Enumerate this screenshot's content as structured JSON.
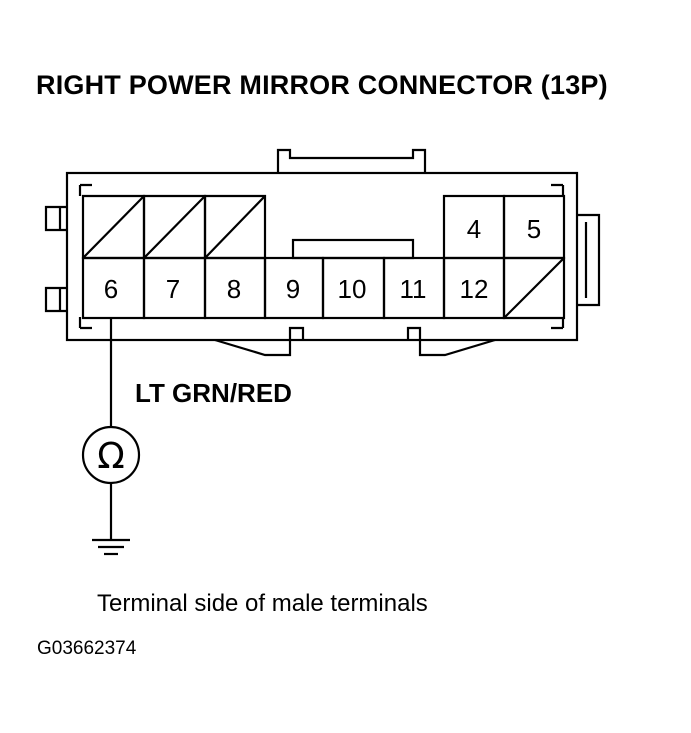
{
  "title": "RIGHT POWER MIRROR CONNECTOR (13P)",
  "wire_label": "LT GRN/RED",
  "caption": "Terminal side of male terminals",
  "figure_id": "G03662374",
  "meter_symbol": "Ω",
  "pins": {
    "p4": "4",
    "p5": "5",
    "p6": "6",
    "p7": "7",
    "p8": "8",
    "p9": "9",
    "p10": "10",
    "p11": "11",
    "p12": "12"
  }
}
